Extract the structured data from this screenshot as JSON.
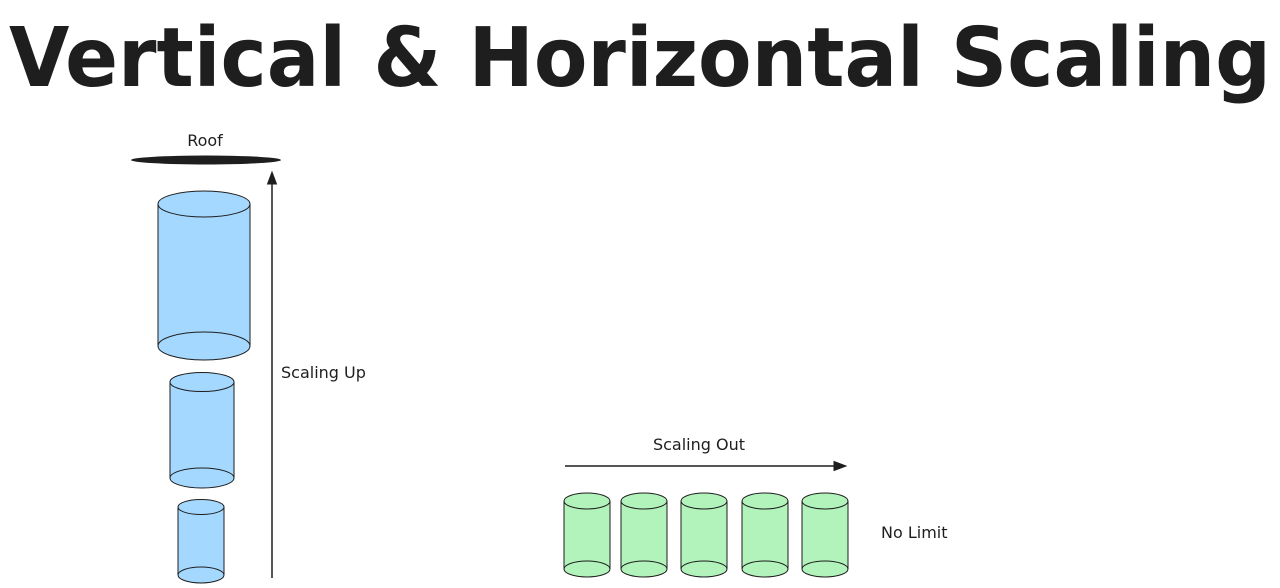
{
  "title": "Vertical & Horizontal Scaling",
  "vertical": {
    "roof_label": "Roof",
    "arrow_label": "Scaling Up",
    "color": "#a5d8ff"
  },
  "horizontal": {
    "arrow_label": "Scaling Out",
    "limit_label": "No Limit",
    "color": "#b2f2bb"
  }
}
